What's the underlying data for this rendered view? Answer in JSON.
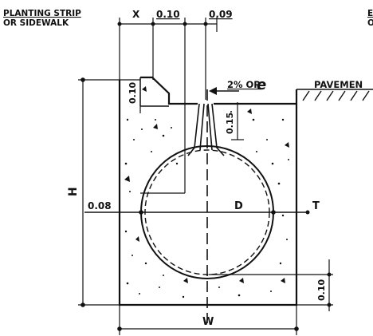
{
  "labels": {
    "planting_strip_line1": "PLANTING STRIP",
    "planting_strip_line2": "OR SIDEWALK",
    "dim_x": "X",
    "dim_010_top": "0.10",
    "dim_009": "0.09",
    "edge_partial_line1": "E",
    "edge_partial_line2": "O",
    "slope": "2% OR",
    "slope_e": "e",
    "pavement": "PAVEMEN",
    "dim_010_left": "0.10",
    "dim_015": "0.15",
    "height": "H",
    "dim_008": "0.08",
    "diameter": "D",
    "thickness": "T",
    "dim_010_bottom": "0.10",
    "width": "W"
  },
  "colors": {
    "ink": "#111111",
    "paper": "#ffffff"
  }
}
